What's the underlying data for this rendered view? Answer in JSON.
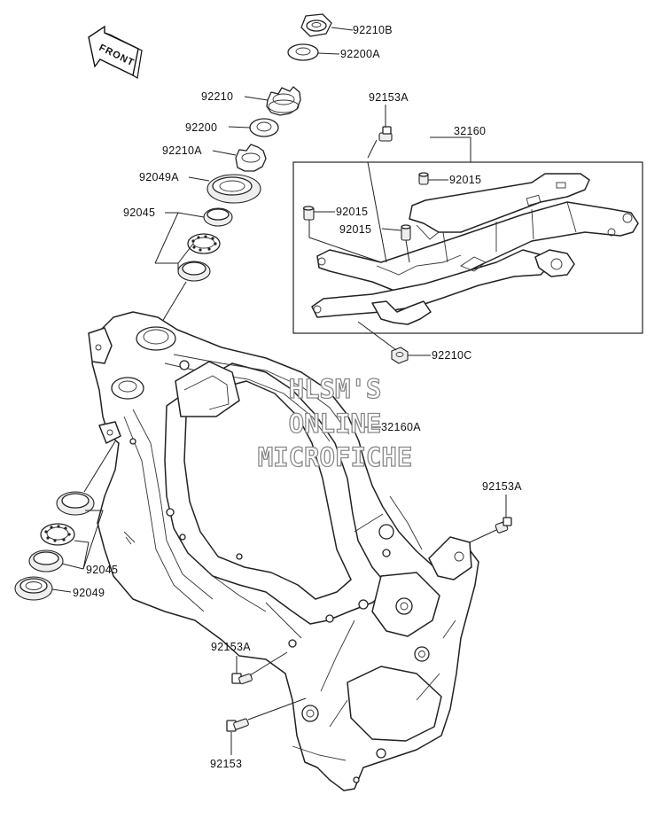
{
  "front_arrow": {
    "text": "FRONT"
  },
  "watermark": {
    "line1": "HLSM'S",
    "line2": "ONLINE",
    "line3": "MICROFICHE"
  },
  "labels": {
    "p92210B": "92210B",
    "p92200A": "92200A",
    "p92210": "92210",
    "p92200": "92200",
    "p92210A": "92210A",
    "p92049A": "92049A",
    "p92045_top": "92045",
    "p92153A_top": "92153A",
    "p32160": "32160",
    "p92015_a": "92015",
    "p92015_b": "92015",
    "p92015_c": "92015",
    "p92210C": "92210C",
    "p32160A": "32160A",
    "p92153A_right": "92153A",
    "p92045_bottom": "92045",
    "p92049": "92049",
    "p92153A_bottom": "92153A",
    "p92153": "92153"
  }
}
